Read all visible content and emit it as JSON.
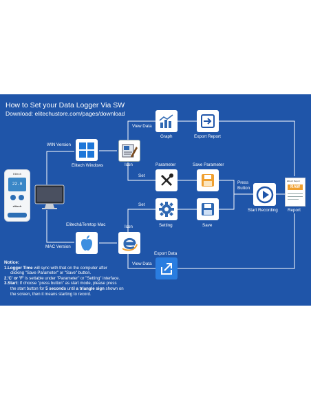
{
  "title": "How to Set your Data Logger Via SW",
  "subtitle": "Download: elitechustore.com/pages/download",
  "labels": {
    "win_version": "WIN Version",
    "elitech_windows": "Elitech Windows",
    "icon_top": "Icon",
    "view_data_top": "View Data",
    "graph": "Graph",
    "export_report": "Export Report",
    "parameter": "Parameter",
    "save_parameter": "Save Parameter",
    "set_top": "Set",
    "press_button": "Press\nButton",
    "start_recording": "Start Recording",
    "report": "Report",
    "set_bottom": "Set",
    "setting": "Setting",
    "save": "Save",
    "elitech_tempmac": "Elitech&Temtop Mac",
    "icon_bottom": "Icon",
    "mac_version": "MAC Version",
    "export_data": "Export Data",
    "view_data_bottom": "View Data"
  },
  "device": {
    "brand_top": "Elitech",
    "screen_value": "22.0",
    "brand_bottom": "elitech"
  },
  "report_card": {
    "header": "Elitech Report",
    "badge": "RAW"
  },
  "notice": {
    "heading": "Notice:",
    "n1_bold": "1.Logger Time",
    "n1_rest": " will sync with that on the computer after",
    "n1_line2": "clicking \"Save Parameter\" or \"Save\" button.",
    "n2_bold": "2.'C' or 'F'",
    "n2_rest": " is settable under \"Parameter\" or \"Setting\" interface.",
    "n3_bold": "3.Start:",
    "n3_rest": " If choose \"press button\" as start mode, please press",
    "n3_line2a": "the start button for ",
    "n3_line2b": "5 seconds",
    "n3_line2c": " until ",
    "n3_line2d": "a triangle sign",
    "n3_line2e": " shown on",
    "n3_line3": "the screen, then it means starting to record."
  },
  "icons": [
    "windows-logo-icon",
    "elitech-app-icon",
    "chart-icon",
    "export-arrow-icon",
    "wrench-screwdriver-icon",
    "floppy-disk-icon",
    "play-circle-icon",
    "gear-icon",
    "apple-logo-icon",
    "elitech-e-icon",
    "export-box-icon",
    "monitor-icon",
    "data-logger-device-icon",
    "report-document-icon"
  ],
  "colors": {
    "panel": "#1f55a9",
    "line": "#ffffff",
    "tile_bg": "#ffffff",
    "windows_blue": "#1d76d8",
    "mac_blue": "#3d8fe0",
    "export_blue": "#2a7de0",
    "report_orange": "#f0a030"
  }
}
